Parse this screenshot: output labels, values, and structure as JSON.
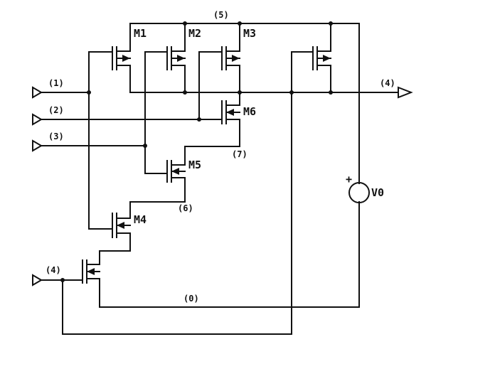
{
  "nodes": {
    "n1": "(1)",
    "n2": "(2)",
    "n3": "(3)",
    "n4_out": "(4)",
    "n4_in": "(4)",
    "n5": "(5)",
    "n6": "(6)",
    "n7": "(7)",
    "n0": "(0)"
  },
  "devices": {
    "m1": "M1",
    "m2": "M2",
    "m3": "M3",
    "m4": "M4",
    "m5": "M5",
    "m6": "M6"
  },
  "source": {
    "name": "V0",
    "plus": "+"
  }
}
